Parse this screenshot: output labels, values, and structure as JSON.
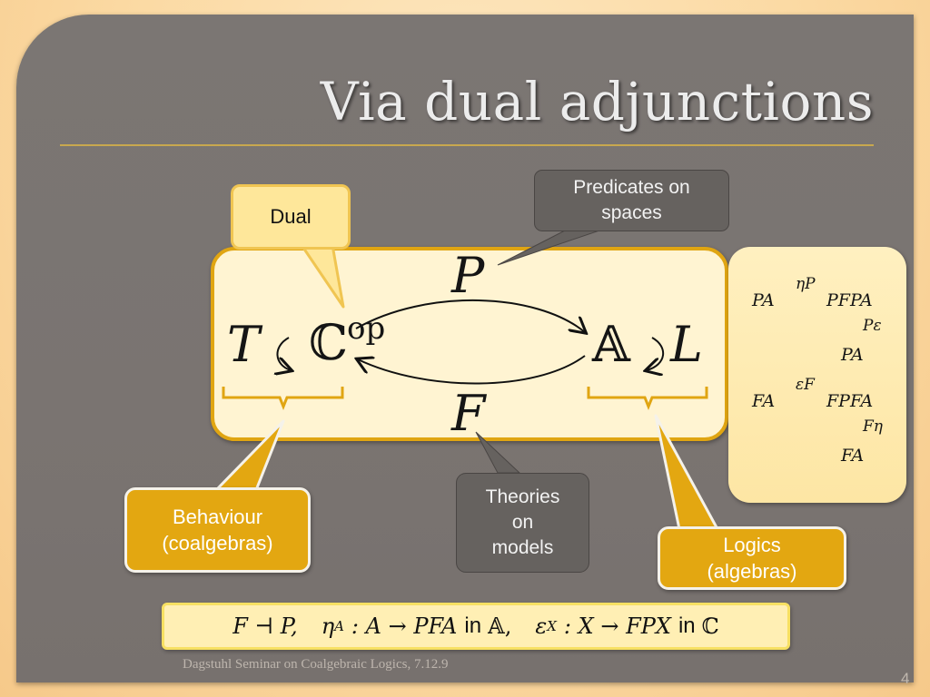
{
  "slide": {
    "title": "Via dual adjunctions",
    "footer": "Dagstuhl Seminar on Coalgebraic Logics, 7.12.9",
    "page_number": "4"
  },
  "callouts": {
    "dual": "Dual",
    "predicates_line1": "Predicates on",
    "predicates_line2": "spaces",
    "theories_line1": "Theories",
    "theories_line2": "on",
    "theories_line3": "models",
    "behaviour_line1": "Behaviour",
    "behaviour_line2": "(coalgebras)",
    "logics_line1": "Logics",
    "logics_line2": "(algebras)"
  },
  "diagram": {
    "functor_top": "P",
    "functor_bottom": "F",
    "left_endofunctor": "T",
    "left_category": "ℂ",
    "left_superscript": "op",
    "right_category": "𝔸",
    "right_endofunctor": "L",
    "left_loop": "⟲",
    "right_loop": "⟳"
  },
  "triangles": {
    "top": {
      "source": "PA",
      "arrow_label": "ηP",
      "target": "PFPA",
      "down_label": "Pε",
      "bottom": "PA"
    },
    "bottom": {
      "source": "FA",
      "arrow_label": "εF",
      "target": "FPFA",
      "down_label": "Fη",
      "bottom": "FA"
    }
  },
  "formula": {
    "adjunction": "F ⊣ P,",
    "unit_lhs": "η",
    "unit_sub": "A",
    "unit_rhs": ": A → PFA",
    "in_word_1": "in",
    "unit_cat": "𝔸,",
    "counit_lhs": "ε",
    "counit_sub": "X",
    "counit_rhs": ": X → FPX",
    "in_word_2": "in",
    "counit_cat": "ℂ"
  },
  "colors": {
    "accent": "#e3a711",
    "panel": "#7b7673",
    "box_fill": "#fff4d2",
    "callout_grey": "#66625f"
  }
}
